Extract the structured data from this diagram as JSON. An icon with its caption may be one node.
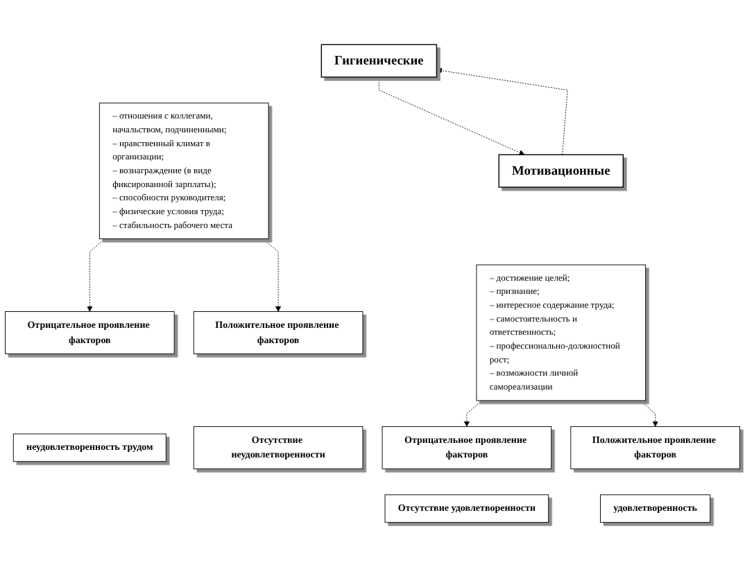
{
  "diagram": {
    "nodes": [
      {
        "text": [
          "Гигиенические"
        ]
      },
      {
        "text": [
          "Мотивационные"
        ]
      },
      {
        "text": [
          "– отношения с коллегами, начальством, подчиненными;",
          "– нравственный климат в организации;",
          "– вознаграждение (в виде фиксированной зарплаты);",
          "– способности руководителя;",
          "– физические условия труда;",
          "– стабильность рабочего места"
        ]
      },
      {
        "text": [
          "– достижение целей;",
          "– признание;",
          "– интересное содержание труда;",
          "– самостоятельность и ответственность;",
          "– профессионально-должностной рост;",
          "– возможности личной самореализации"
        ]
      },
      {
        "text": [
          "Отрицательное проявление факторов"
        ]
      },
      {
        "text": [
          "Положительное проявление факторов"
        ]
      },
      {
        "text": [
          "Отрицательное проявление факторов"
        ]
      },
      {
        "text": [
          "Положительное проявление факторов"
        ]
      },
      {
        "text": [
          "неудовлетворенность трудом"
        ]
      },
      {
        "text": [
          "Отсутствие неудовлетворенности"
        ]
      },
      {
        "text": [
          "Отсутствие удовлетворенности"
        ]
      },
      {
        "text": [
          "удовлетворенность"
        ]
      }
    ],
    "edges": [
      {
        "from": 0,
        "to": 1,
        "arrow": "to",
        "style": "dashed"
      },
      {
        "from": 1,
        "to": 0,
        "arrow": "to",
        "style": "dashed"
      },
      {
        "from": 2,
        "to": 4,
        "arrow": "to",
        "style": "dashed"
      },
      {
        "from": 2,
        "to": 5,
        "arrow": "to",
        "style": "dashed"
      },
      {
        "from": 3,
        "to": 6,
        "arrow": "to",
        "style": "dashed"
      },
      {
        "from": 3,
        "to": 7,
        "arrow": "to",
        "style": "dashed"
      }
    ]
  }
}
